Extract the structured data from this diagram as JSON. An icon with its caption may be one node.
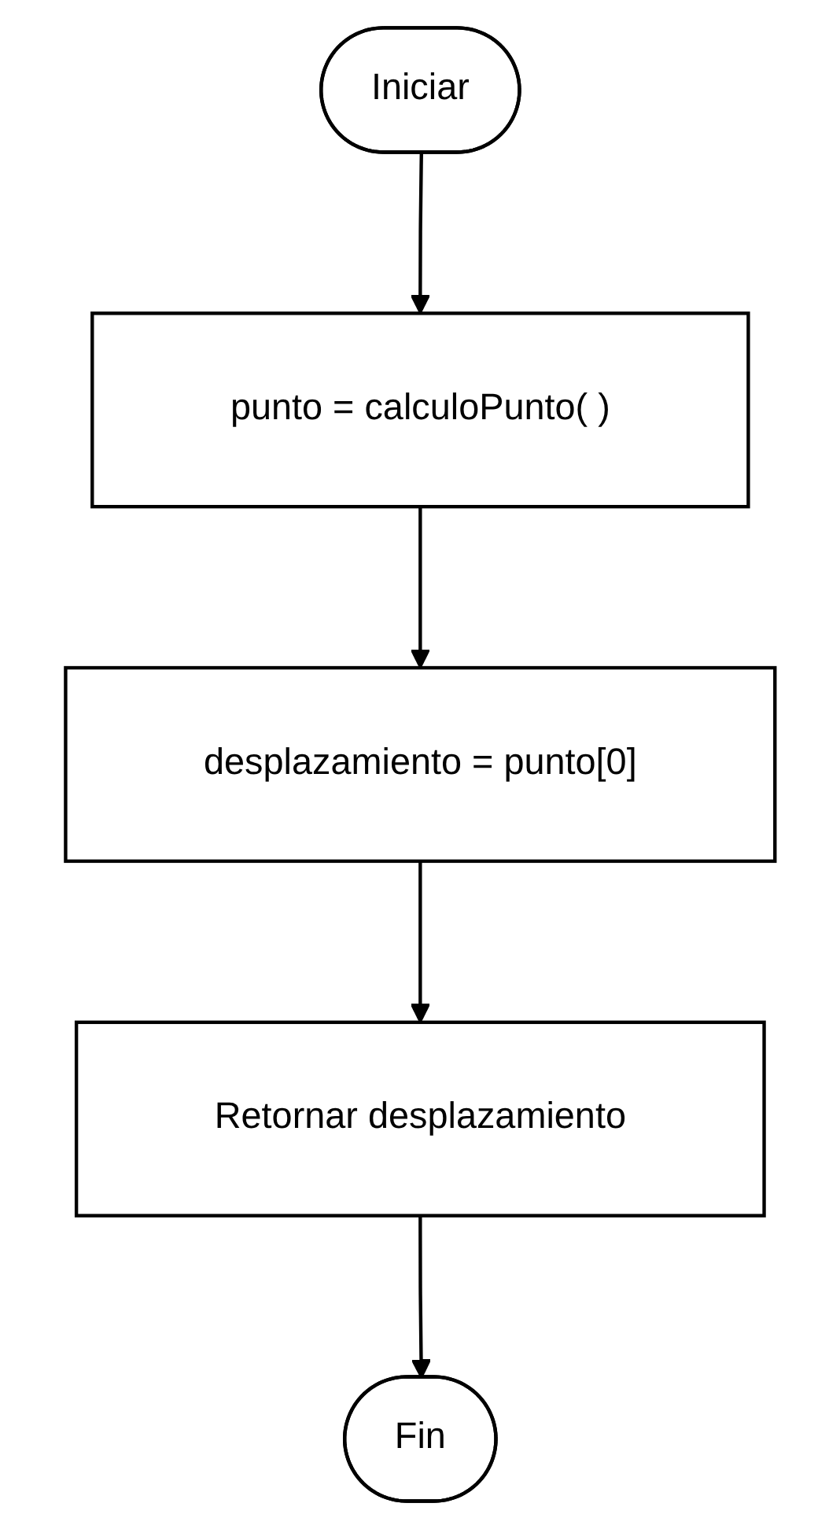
{
  "diagram": {
    "nodes": [
      {
        "text": [
          "Iniciar"
        ]
      },
      {
        "text": [
          "punto = calculoPunto( )"
        ]
      },
      {
        "text": [
          "desplazamiento = punto[0]"
        ]
      },
      {
        "text": [
          "Retornar desplazamiento"
        ]
      },
      {
        "text": [
          "Fin"
        ]
      }
    ],
    "edges": [
      {
        "from": 0,
        "to": 1,
        "arrow": "to"
      },
      {
        "from": 1,
        "to": 2,
        "arrow": "to"
      },
      {
        "from": 2,
        "to": 3,
        "arrow": "to"
      },
      {
        "from": 3,
        "to": 4,
        "arrow": "to"
      }
    ]
  }
}
